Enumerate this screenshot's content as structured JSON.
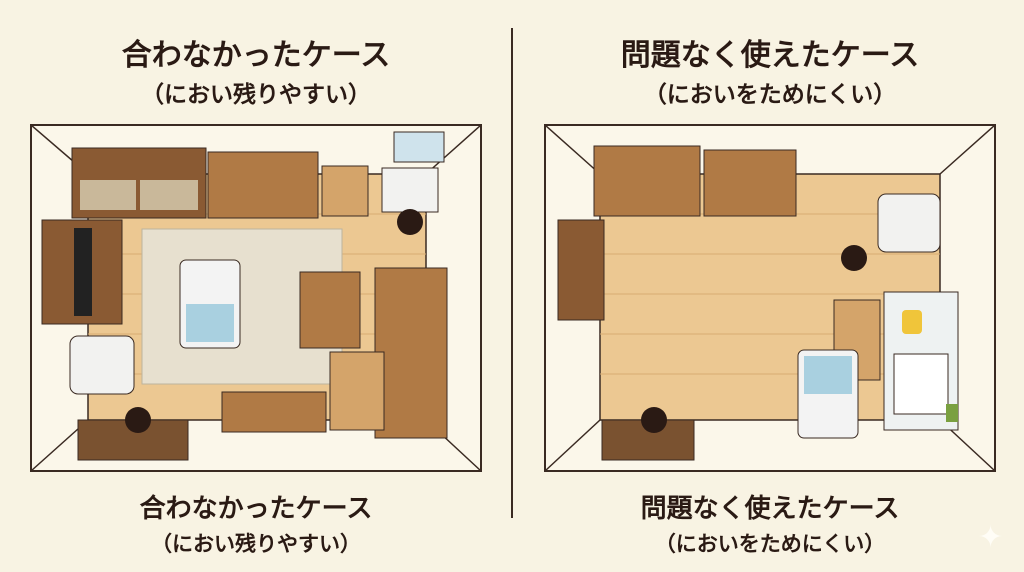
{
  "left": {
    "title": "合わなかったケース",
    "subtitle": "（におい残りやすい）",
    "caption_title": "合わなかったケース",
    "caption_subtitle": "（におい残りやすい）"
  },
  "right": {
    "title": "問題なく使えたケース",
    "subtitle": "（においをためにくい）",
    "caption_title": "問題なく使えたケース",
    "caption_subtitle": "（においをためにくい）"
  },
  "colors": {
    "background": "#f8f3e3",
    "text": "#2a1a14",
    "wood": "#b07a45",
    "floor": "#ecc892"
  },
  "icons": {
    "corner": "sparkle-icon"
  }
}
